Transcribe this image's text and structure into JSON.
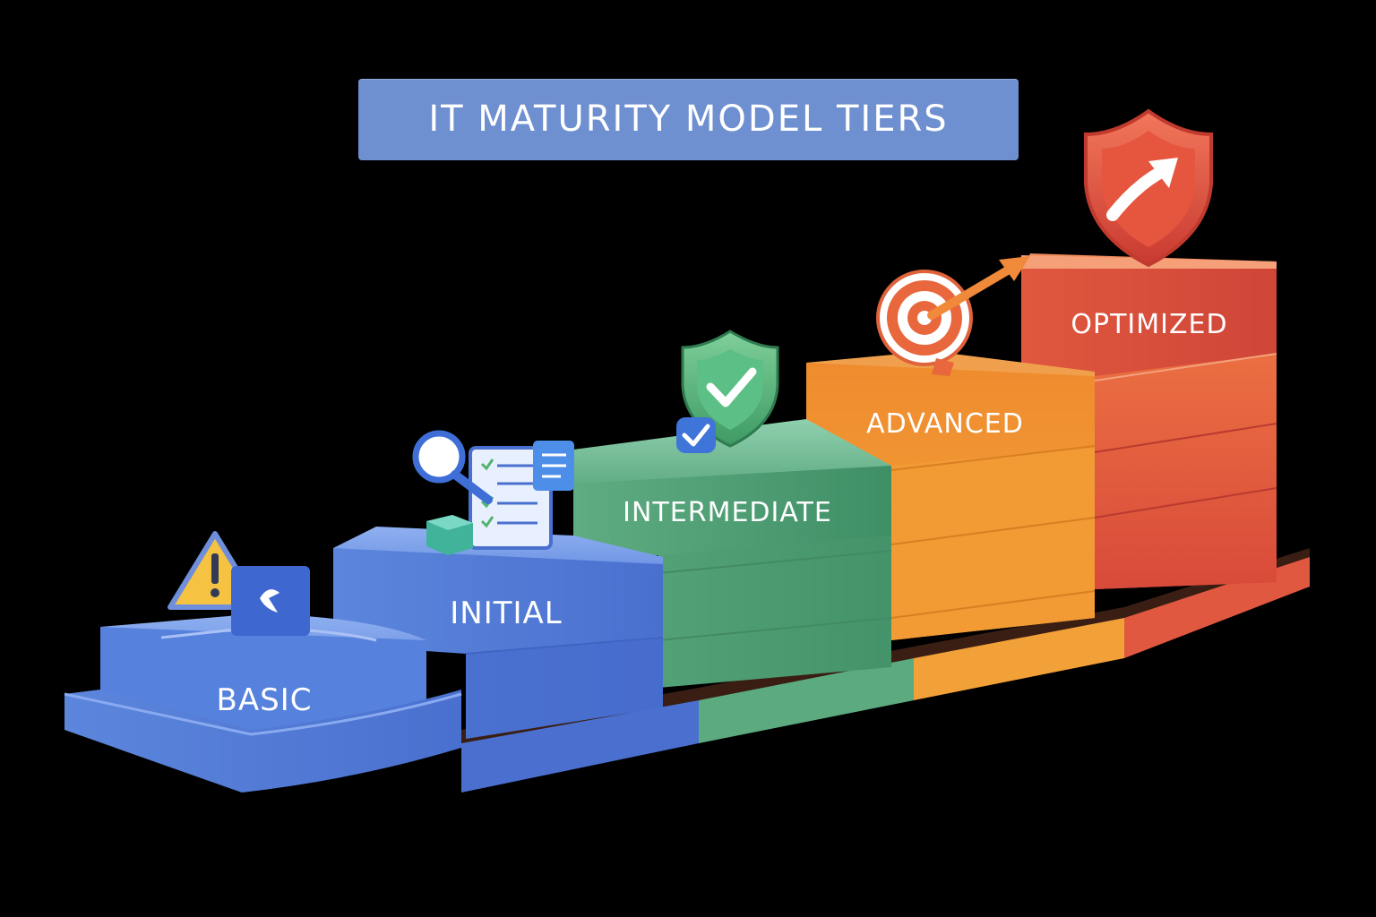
{
  "title": "IT MATURITY MODEL TIERS",
  "tiers": [
    {
      "label": "BASIC",
      "color": "#4d76d6",
      "icon": "warning-icon"
    },
    {
      "label": "INITIAL",
      "color": "#4f78d4",
      "icon": "search-checklist-icon"
    },
    {
      "label": "INTERMEDIATE",
      "color": "#4c9a72",
      "icon": "shield-check-icon"
    },
    {
      "label": "ADVANCED",
      "color": "#ee8a2a",
      "icon": "target-icon"
    },
    {
      "label": "OPTIMIZED",
      "color": "#e0533c",
      "icon": "shield-arrow-icon"
    }
  ]
}
